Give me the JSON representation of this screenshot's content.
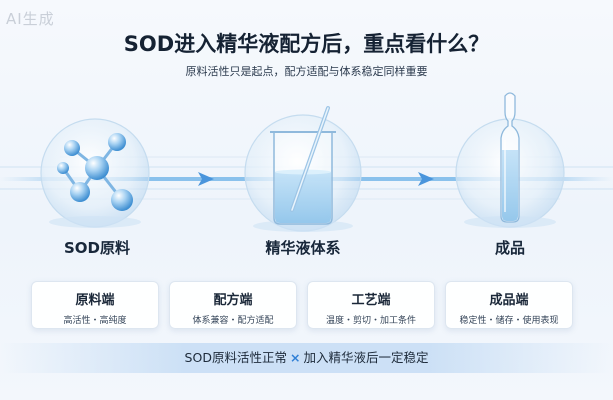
{
  "watermark": "AI生成",
  "title": "SOD进入精华液配方后，重点看什么？",
  "subtitle": "原料活性只是起点，配方适配与体系稳定同样重要",
  "stages": [
    {
      "label": "SOD原料",
      "icon": "molecule-icon"
    },
    {
      "label": "精华液体系",
      "icon": "beaker-icon"
    },
    {
      "label": "成品",
      "icon": "ampoule-icon"
    }
  ],
  "cards": [
    {
      "title": "原料端",
      "desc": "高活性・高纯度"
    },
    {
      "title": "配方端",
      "desc": "体系兼容・配方适配"
    },
    {
      "title": "工艺端",
      "desc": "温度・剪切・加工条件"
    },
    {
      "title": "成品端",
      "desc": "稳定性・储存・使用表现"
    }
  ],
  "banner": {
    "left": "SOD原料活性正常",
    "symbol": "×",
    "right": "加入精华液后一定稳定"
  },
  "colors": {
    "accent": "#2f7fd6",
    "flow": "#6fb1ea",
    "glass": "#cfe5f7"
  }
}
